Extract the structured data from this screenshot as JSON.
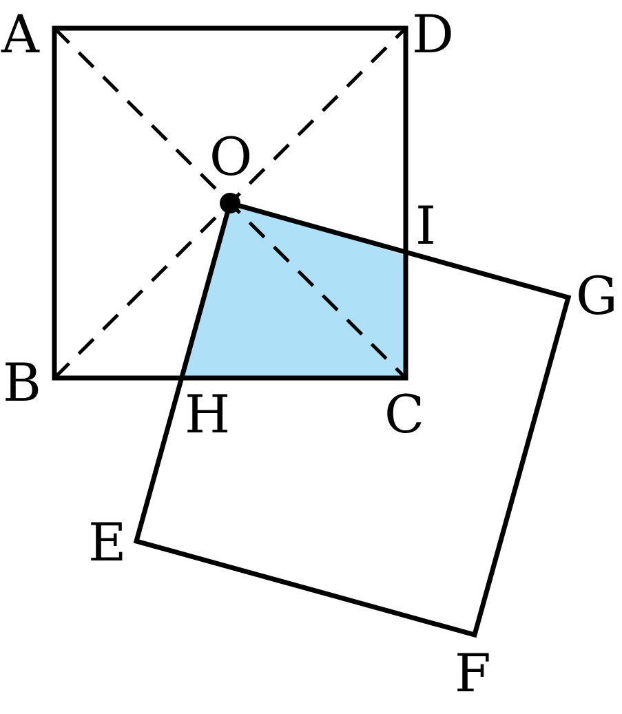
{
  "figure": {
    "overlap_fill": "#aee0f8",
    "line_color": "#000000",
    "points": {
      "A": "A",
      "B": "B",
      "C": "C",
      "D": "D",
      "O": "O",
      "E": "E",
      "F": "F",
      "G": "G",
      "H": "H",
      "I": "I"
    }
  }
}
